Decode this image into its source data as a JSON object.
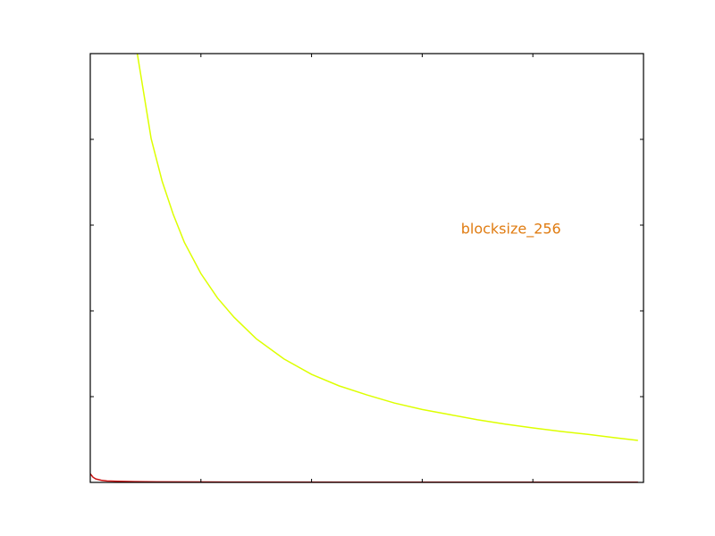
{
  "chart_data": {
    "type": "line",
    "title": "",
    "xlabel": "",
    "ylabel": "",
    "xlim": [
      0,
      100
    ],
    "ylim": [
      0,
      100
    ],
    "grid": false,
    "tick_labels_visible": false,
    "annotation": {
      "text": "blocksize_256",
      "color": "#e07c12",
      "x": 67,
      "y": 58
    },
    "series": [
      {
        "color": "#ddff00",
        "x": [
          8.5,
          11,
          13,
          15,
          17,
          20,
          23,
          26,
          30,
          35,
          40,
          45,
          50,
          55,
          60,
          65,
          70,
          75,
          80,
          85,
          90,
          95,
          99
        ],
        "y": [
          100,
          80.2,
          70.2,
          62.5,
          56.0,
          48.7,
          43.0,
          38.5,
          33.5,
          28.8,
          25.2,
          22.5,
          20.4,
          18.5,
          17.0,
          15.8,
          14.6,
          13.6,
          12.7,
          11.9,
          11.2,
          10.4,
          9.8
        ]
      },
      {
        "color": "#cc1111",
        "x": [
          0,
          0.5,
          1,
          2,
          3,
          5,
          8,
          12,
          20,
          30,
          50,
          70,
          99
        ],
        "y": [
          2.0,
          1.2,
          0.8,
          0.5,
          0.35,
          0.25,
          0.18,
          0.14,
          0.1,
          0.08,
          0.06,
          0.05,
          0.04
        ]
      }
    ]
  }
}
